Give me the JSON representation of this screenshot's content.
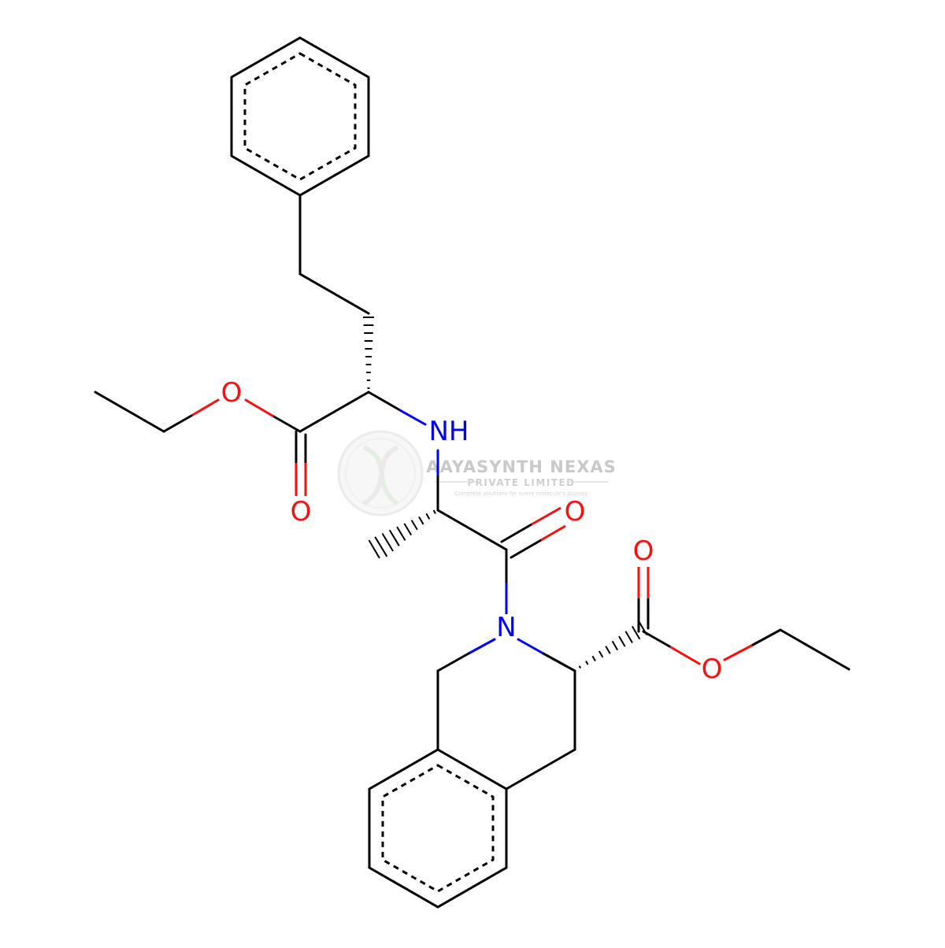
{
  "colors": {
    "bond": "#000000",
    "oxygen": "#ff0d0d",
    "nitrogen": "#0000ff",
    "watermark": "#c9c9c9"
  },
  "atoms": {
    "nh": "NH",
    "n": "N",
    "o_ester1_ether": "O",
    "o_ester1_carbonyl": "O",
    "o_amide": "O",
    "o_ester2_carbonyl": "O",
    "o_ester2_ether": "O"
  },
  "watermark": {
    "name": "AAYASYNTH NEXAS",
    "subtitle": "PRIVATE LIMITED",
    "tagline": "Complete solutions for every molecule's journey"
  }
}
